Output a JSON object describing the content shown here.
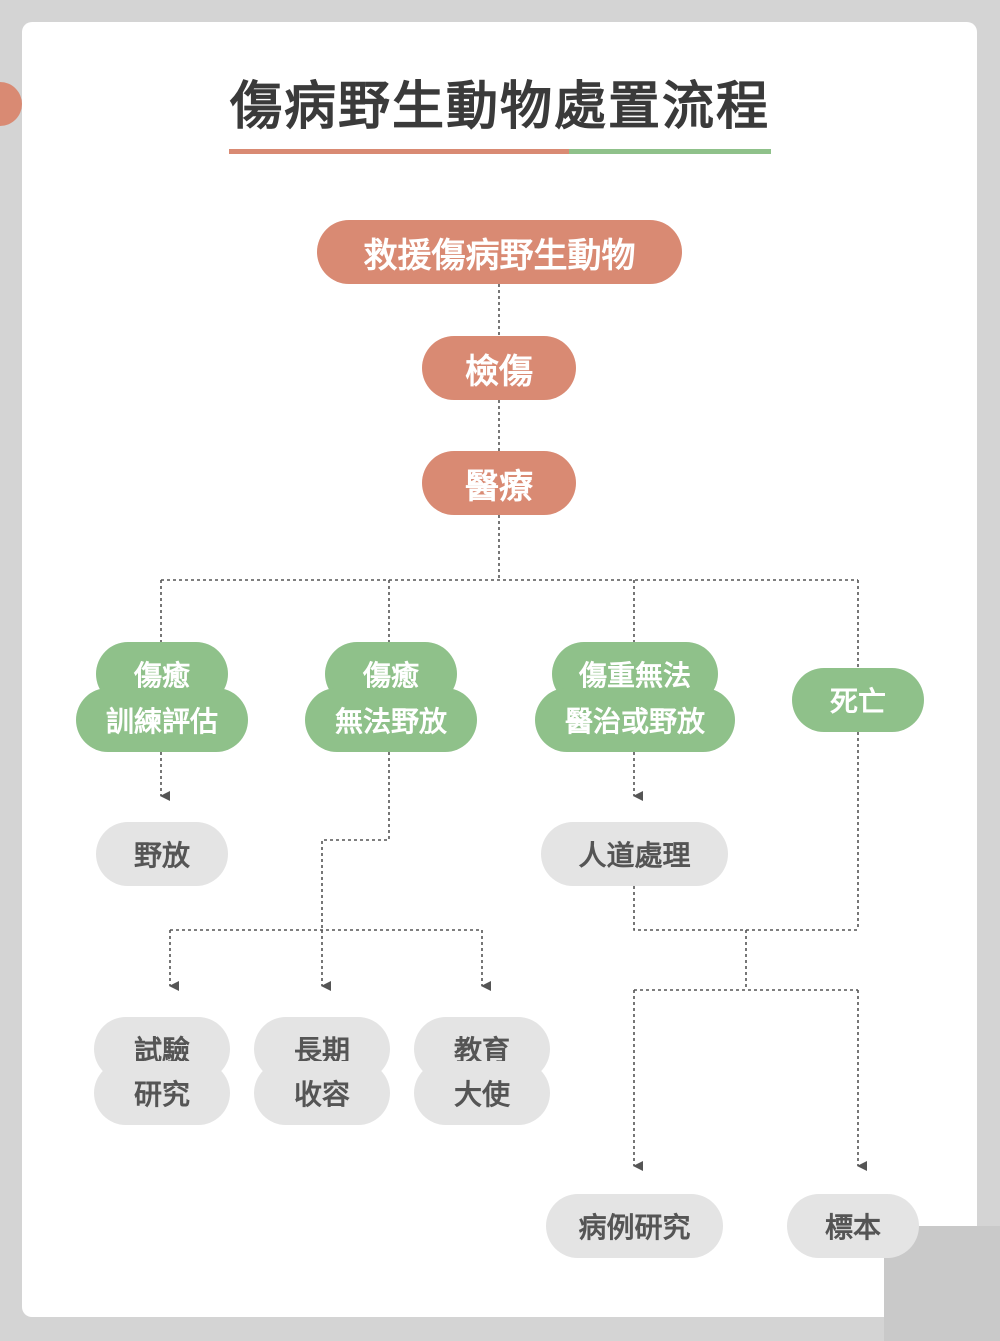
{
  "title": "傷病野生動物處置流程",
  "colors": {
    "orange": "#d98a73",
    "green": "#8fc18a",
    "grey": "#e4e4e4",
    "line": "#555555"
  },
  "nodes": {
    "rescue": "救援傷病野生動物",
    "inspect": "檢傷",
    "medical": "醫療",
    "healed_training": {
      "line1": "傷癒",
      "line2": "訓練評估"
    },
    "healed_no_release": {
      "line1": "傷癒",
      "line2": "無法野放"
    },
    "severe": {
      "line1": "傷重無法",
      "line2": "醫治或野放"
    },
    "death": "死亡",
    "release": "野放",
    "euthanasia": "人道處理",
    "research": {
      "line1": "試驗",
      "line2": "研究"
    },
    "sanctuary": {
      "line1": "長期",
      "line2": "收容"
    },
    "education": {
      "line1": "教育",
      "line2": "大使"
    },
    "case_study": "病例研究",
    "specimen": "標本"
  }
}
